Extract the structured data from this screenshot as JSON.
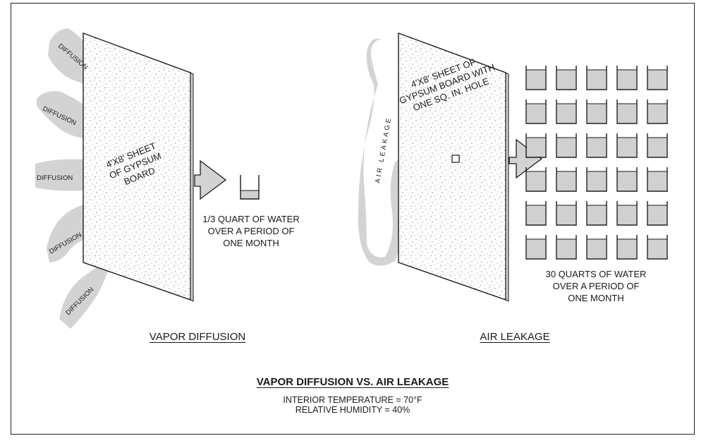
{
  "left": {
    "sheet_lines": [
      "4'X8' SHEET",
      "OF GYPSUM",
      "BOARD"
    ],
    "flow_label": "DIFFUSION",
    "water_caption": [
      "1/3 QUART OF WATER",
      "OVER A PERIOD OF",
      "ONE MONTH"
    ],
    "section_title": "VAPOR DIFFUSION",
    "buckets": 1
  },
  "right": {
    "sheet_lines": [
      "4'X8' SHEET OF",
      "GYPSUM BOARD WITH",
      "ONE SQ. IN. HOLE"
    ],
    "flow_label": "AIR LEAKAGE",
    "water_caption": [
      "30 QUARTS OF WATER",
      "OVER A PERIOD OF",
      "ONE MONTH"
    ],
    "section_title": "AIR LEAKAGE",
    "buckets": 30
  },
  "footer": {
    "title": "VAPOR DIFFUSION VS. AIR LEAKAGE",
    "line1": "INTERIOR TEMPERATURE = 70°F",
    "line2": "RELATIVE HUMIDITY = 40%"
  },
  "colors": {
    "flow": "#d3d3d3",
    "water": "#d0d0d0",
    "ink": "#1a1a1a"
  }
}
